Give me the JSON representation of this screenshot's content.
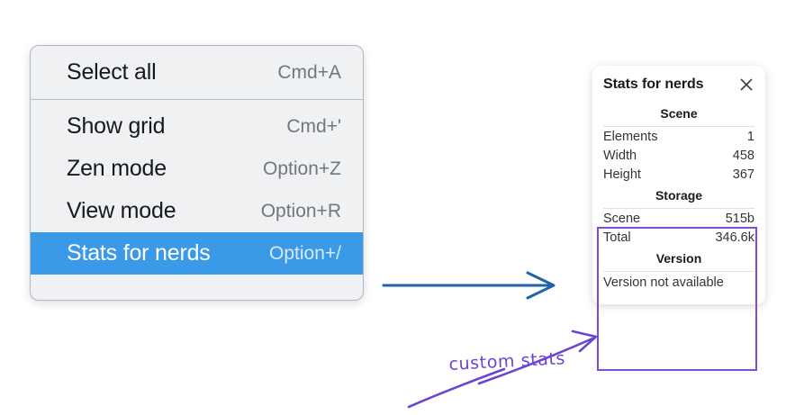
{
  "context_menu": {
    "sections": [
      {
        "items": [
          {
            "label": "Select all",
            "shortcut": "Cmd+A",
            "selected": false
          }
        ]
      },
      {
        "items": [
          {
            "label": "Show grid",
            "shortcut": "Cmd+'",
            "selected": false
          },
          {
            "label": "Zen mode",
            "shortcut": "Option+Z",
            "selected": false
          },
          {
            "label": "View mode",
            "shortcut": "Option+R",
            "selected": false
          },
          {
            "label": "Stats for nerds",
            "shortcut": "Option+/",
            "selected": true
          }
        ]
      }
    ],
    "highlight_color": "#3b9ae8"
  },
  "stats_panel": {
    "title": "Stats for nerds",
    "close_icon": "close-icon",
    "scene": {
      "header": "Scene",
      "rows": [
        {
          "label": "Elements",
          "value": "1"
        },
        {
          "label": "Width",
          "value": "458"
        },
        {
          "label": "Height",
          "value": "367"
        }
      ]
    },
    "storage": {
      "header": "Storage",
      "rows": [
        {
          "label": "Scene",
          "value": "515b"
        },
        {
          "label": "Total",
          "value": "346.6k"
        }
      ]
    },
    "version": {
      "header": "Version",
      "note": "Version not available"
    }
  },
  "annotations": {
    "custom_stats_label": "custom stats",
    "blue_arrow_color": "#1f64a8",
    "purple_color": "#6b45d2",
    "highlight_box_color": "#7c4dd6"
  }
}
